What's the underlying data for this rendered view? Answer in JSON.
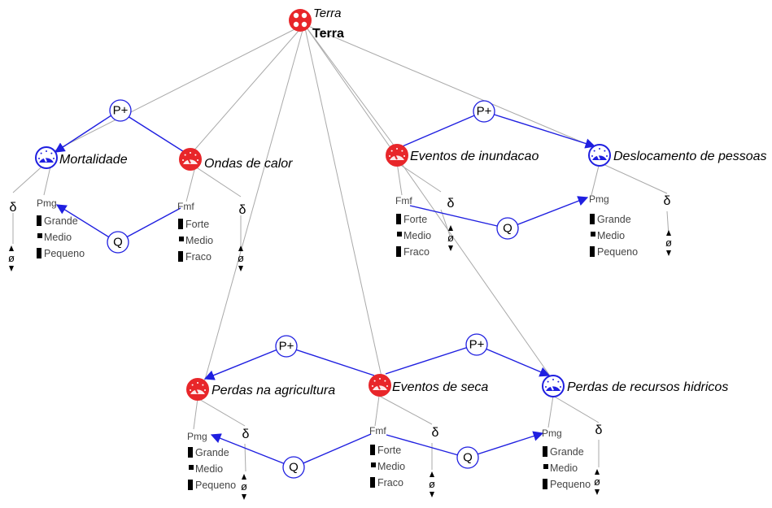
{
  "root": {
    "title_italic": "Terra",
    "title_bold": "Terra",
    "color": "#e8262a"
  },
  "colors": {
    "relation": "#1f1fe0",
    "structure": "#a9a9a9",
    "entity_red": "#e8262a",
    "entity_blue": "#1f1fe0"
  },
  "entities": [
    {
      "id": "mortalidade",
      "label": "Mortalidade",
      "color": "blue",
      "icon": "gauge-icon",
      "quantity": "Pmg",
      "values": [
        "Grande",
        "Medio",
        "Pequeno"
      ],
      "delta": "δ",
      "phi": "ø"
    },
    {
      "id": "ondas",
      "label": "Ondas de calor",
      "color": "red",
      "icon": "gauge-icon",
      "quantity": "Fmf",
      "values": [
        "Forte",
        "Medio",
        "Fraco"
      ],
      "delta": "δ",
      "phi": "ø"
    },
    {
      "id": "inundacao",
      "label": "Eventos de inundacao",
      "color": "red",
      "icon": "gauge-icon",
      "quantity": "Fmf",
      "values": [
        "Forte",
        "Medio",
        "Fraco"
      ],
      "delta": "δ",
      "phi": "ø"
    },
    {
      "id": "deslocamento",
      "label": "Deslocamento de pessoas",
      "color": "blue",
      "icon": "gauge-icon",
      "quantity": "Pmg",
      "values": [
        "Grande",
        "Medio",
        "Pequeno"
      ],
      "delta": "δ",
      "phi": "ø"
    },
    {
      "id": "agricultura",
      "label": "Perdas na agricultura",
      "color": "red",
      "icon": "gauge-icon",
      "quantity": "Pmg",
      "values": [
        "Grande",
        "Medio",
        "Pequeno"
      ],
      "delta": "δ",
      "phi": "ø"
    },
    {
      "id": "seca",
      "label": "Eventos de seca",
      "color": "red",
      "icon": "gauge-icon",
      "quantity": "Fmf",
      "values": [
        "Forte",
        "Medio",
        "Fraco"
      ],
      "delta": "δ",
      "phi": "ø"
    },
    {
      "id": "hidricos",
      "label": "Perdas de recursos hidricos",
      "color": "blue",
      "icon": "gauge-icon",
      "quantity": "Pmg",
      "values": [
        "Grande",
        "Medio",
        "Pequeno"
      ],
      "delta": "δ",
      "phi": "ø"
    }
  ],
  "relations": {
    "prop_label": "P+",
    "corr_label": "Q"
  }
}
